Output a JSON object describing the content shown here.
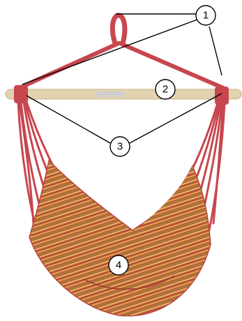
{
  "callouts": [
    {
      "id": "1",
      "label": "1"
    },
    {
      "id": "2",
      "label": "2"
    },
    {
      "id": "3",
      "label": "3"
    },
    {
      "id": "4",
      "label": "4"
    }
  ],
  "colors": {
    "rope": "#c8464e",
    "bar": "#e3d2b0",
    "fabric_base": "#c75a3e",
    "fabric_stripe_yellow": "#d8a94a",
    "fabric_stripe_green": "#8f8a3c",
    "callout_line": "#000000"
  }
}
